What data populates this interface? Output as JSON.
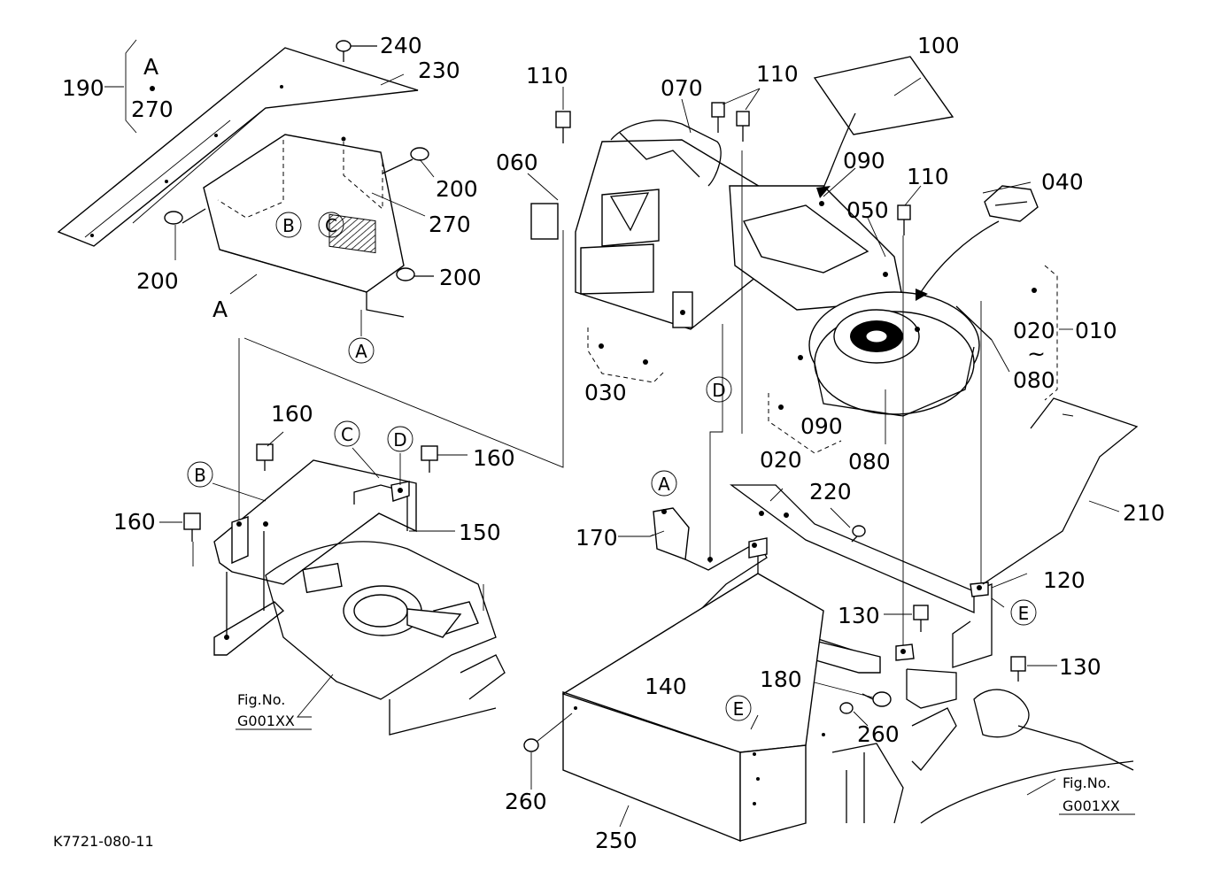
{
  "drawing_id": "K7721-080-11",
  "callouts": {
    "p010": "010",
    "p020a": "020",
    "p020b": "020",
    "p030": "030",
    "p040": "040",
    "p050": "050",
    "p060": "060",
    "p070": "070",
    "p080a": "080",
    "p080b": "080",
    "p090a": "090",
    "p090b": "090",
    "p100": "100",
    "p110a": "110",
    "p110b": "110",
    "p110c": "110",
    "p120": "120",
    "p130a": "130",
    "p130b": "130",
    "p140": "140",
    "p150": "150",
    "p160a": "160",
    "p160b": "160",
    "p160c": "160",
    "p170": "170",
    "p180": "180",
    "p190": "190",
    "p200a": "200",
    "p200b": "200",
    "p200c": "200",
    "p210": "210",
    "p220": "220",
    "p230": "230",
    "p240": "240",
    "p250": "250",
    "p260a": "260",
    "p260b": "260",
    "p270a": "270",
    "p270b": "270",
    "tilde": "~",
    "group_A": "A"
  },
  "reference_circles": {
    "A_top": "A",
    "A_mid": "A",
    "B_top": "B",
    "B_mid": "B",
    "C_top": "C",
    "C_mid": "C",
    "D_mid": "D",
    "D_low": "D",
    "E_right": "E",
    "E_cover": "E"
  },
  "letter_A_bracket": "A",
  "figure_refs": {
    "left_label": "Fig.No.",
    "left_code": "G001XX",
    "right_label": "Fig.No.",
    "right_code": "G001XX"
  }
}
